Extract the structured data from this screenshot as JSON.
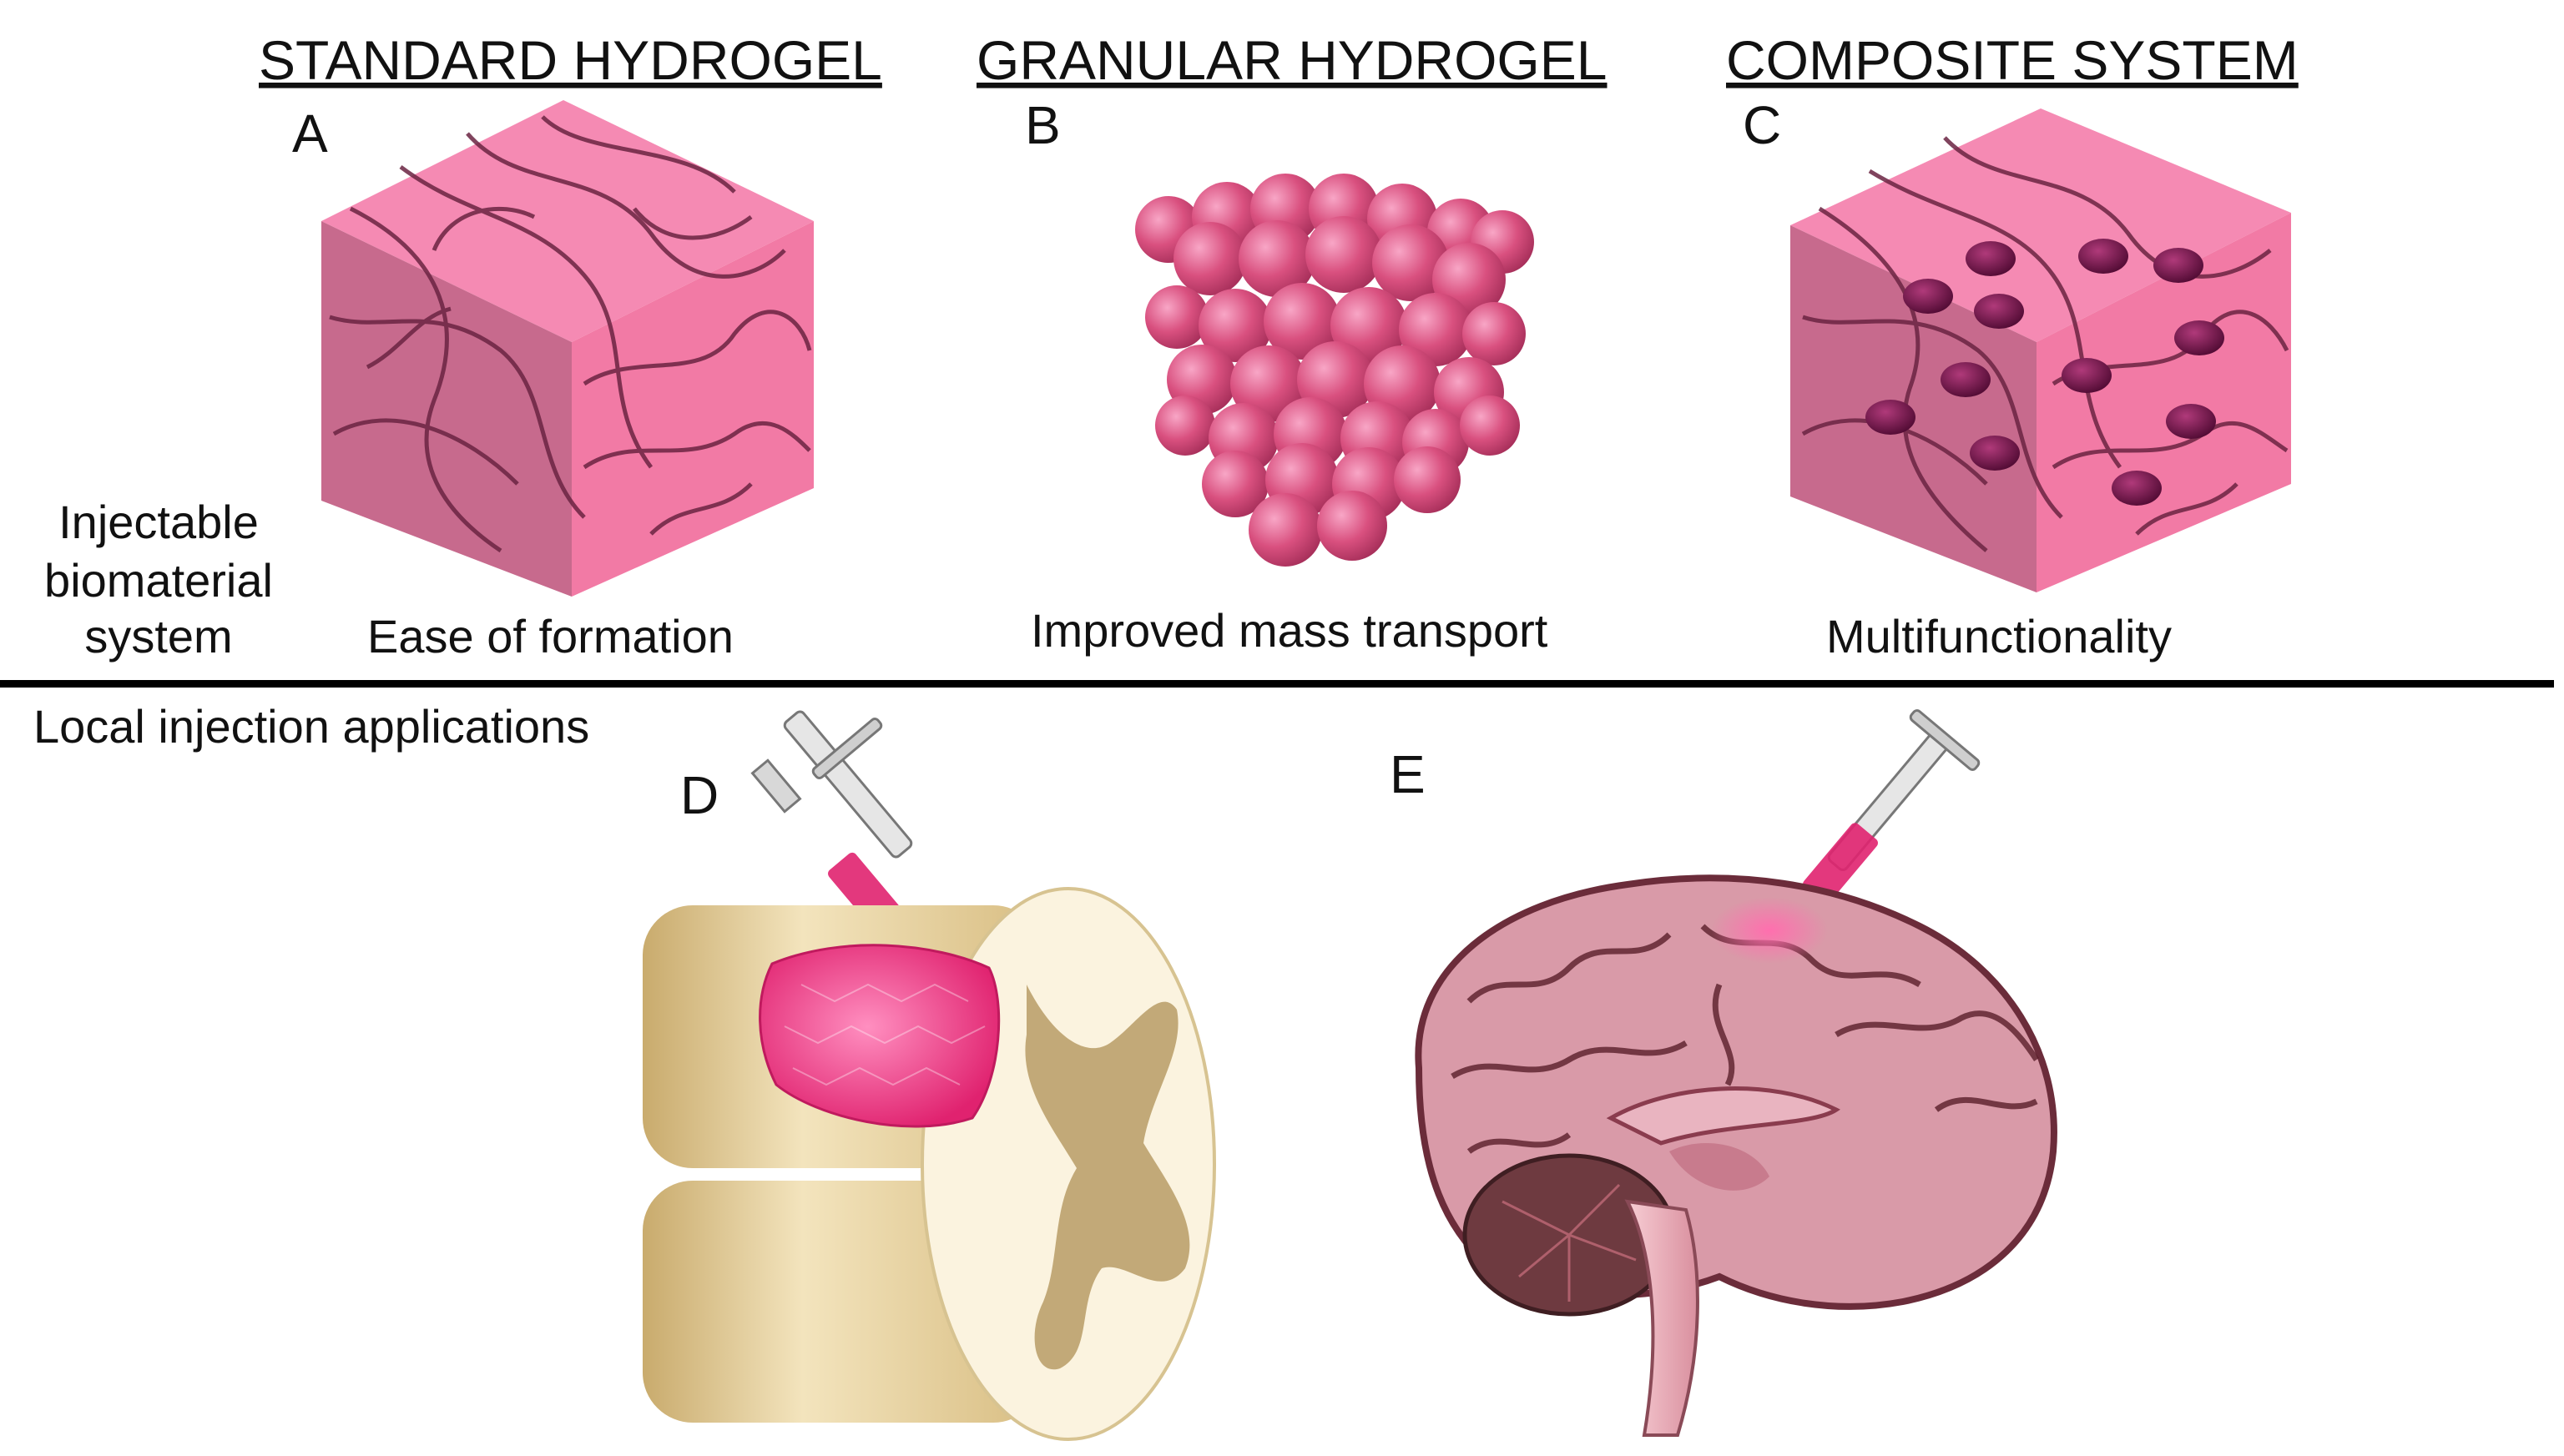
{
  "panels": [
    {
      "letter": "A",
      "title": "STANDARD HYDROGEL",
      "caption": "Ease of formation"
    },
    {
      "letter": "B",
      "title": "GRANULAR HYDROGEL",
      "caption": "Improved mass transport"
    },
    {
      "letter": "C",
      "title": "COMPOSITE SYSTEM",
      "caption": "Multifunctionality"
    }
  ],
  "row_labels": {
    "top_line1": "Injectable",
    "top_line2": "biomaterial",
    "top_line3": "system",
    "bottom": "Local injection applications"
  },
  "applications": [
    {
      "letter": "D",
      "icon": "spinal-cord-icon"
    },
    {
      "letter": "E",
      "icon": "brain-icon"
    }
  ],
  "colors": {
    "hydrogel_pink": "#f27aa5",
    "hydrogel_dark": "#c85c87",
    "fiber": "#7a2a4c",
    "particle": "#6b0f45",
    "tissue_cream": "#f3e4bd",
    "brain_pink": "#d99aa8",
    "injection_pink": "#ff4f9b"
  }
}
